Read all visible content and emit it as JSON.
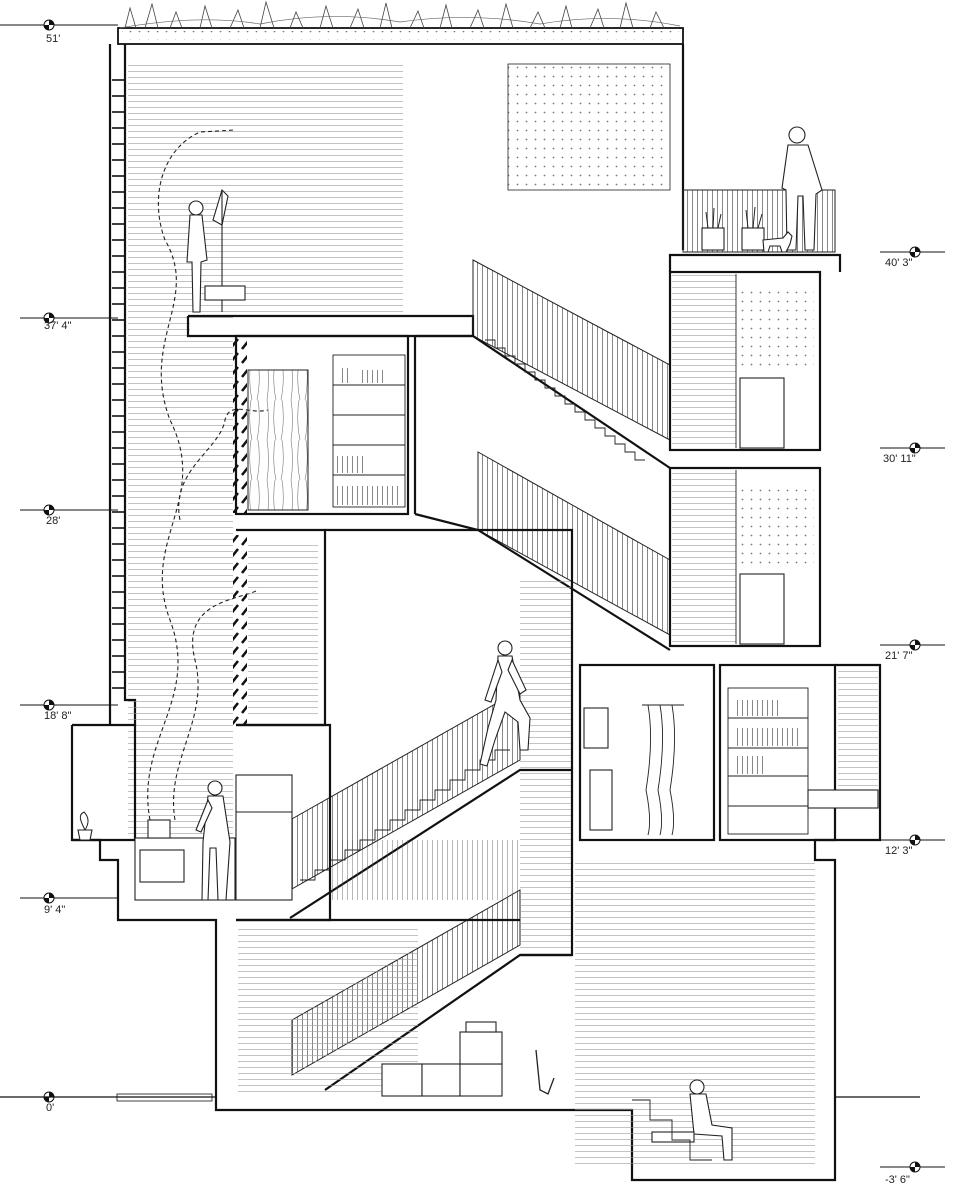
{
  "levels": [
    {
      "label": "51'",
      "side": "left"
    },
    {
      "label": "40' 3\"",
      "side": "right"
    },
    {
      "label": "37' 4\"",
      "side": "left"
    },
    {
      "label": "30' 11\"",
      "side": "right"
    },
    {
      "label": "28'",
      "side": "left"
    },
    {
      "label": "21' 7\"",
      "side": "right"
    },
    {
      "label": "18' 8\"",
      "side": "left"
    },
    {
      "label": "12' 3\"",
      "side": "right"
    },
    {
      "label": "9' 4\"",
      "side": "left"
    },
    {
      "label": "0'",
      "side": "left"
    },
    {
      "label": "-3' 6\"",
      "side": "right"
    }
  ]
}
